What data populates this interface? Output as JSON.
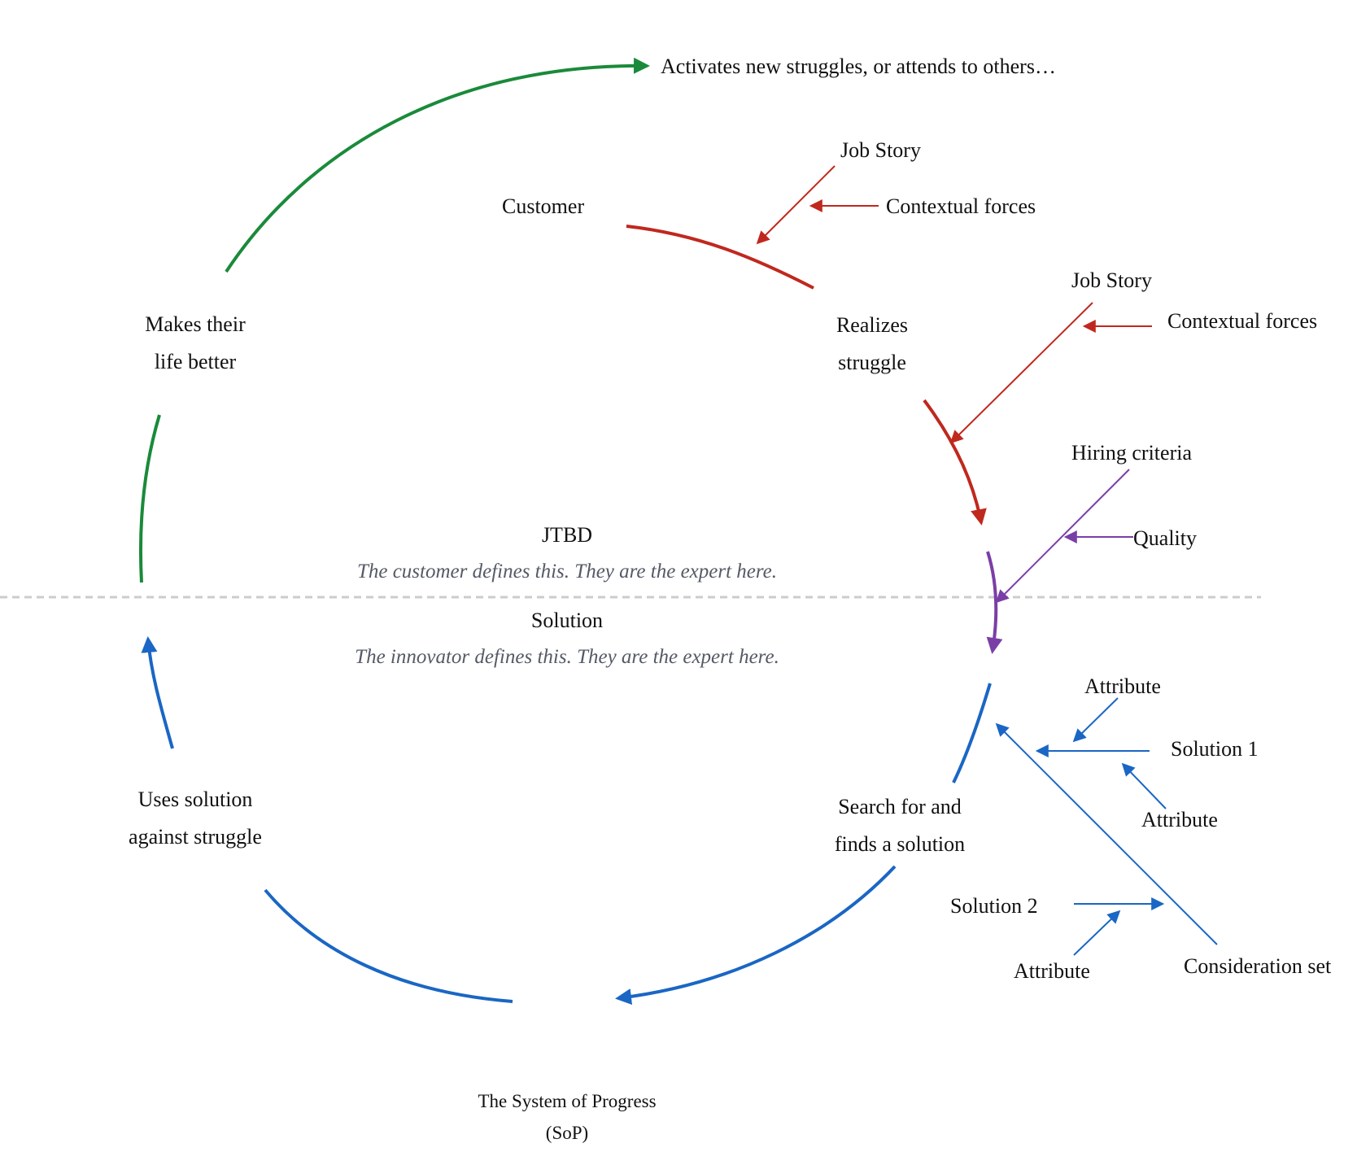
{
  "colors": {
    "green": "#1a8a3a",
    "red": "#c0281e",
    "purple": "#7a3fa6",
    "blue": "#1a66c4",
    "divider": "#cccccc",
    "note": "#555a66"
  },
  "cycle": {
    "activates": "Activates new struggles, or attends to others…",
    "customer": "Customer",
    "realizes_line1": "Realizes",
    "realizes_line2": "struggle",
    "makes_line1": "Makes their",
    "makes_line2": "life better",
    "uses_line1": "Uses solution",
    "uses_line2": "against struggle",
    "search_line1": "Search for and",
    "search_line2": "finds a solution"
  },
  "customer_forces": {
    "job_story": "Job Story",
    "contextual_forces": "Contextual forces"
  },
  "struggle_forces": {
    "job_story": "Job Story",
    "contextual_forces": "Contextual forces"
  },
  "hiring": {
    "criteria": "Hiring criteria",
    "quality": "Quality"
  },
  "jtbd": {
    "title": "JTBD",
    "subtitle": "The customer defines this. They are the expert here."
  },
  "solution_section": {
    "title": "Solution",
    "subtitle": "The innovator defines this. They are the expert here."
  },
  "consideration": {
    "attribute_top": "Attribute",
    "solution1": "Solution 1",
    "attribute_mid": "Attribute",
    "solution2": "Solution 2",
    "attribute_bottom": "Attribute",
    "consideration_set": "Consideration set"
  },
  "caption": {
    "line1": "The System of Progress",
    "line2": "(SoP)"
  }
}
